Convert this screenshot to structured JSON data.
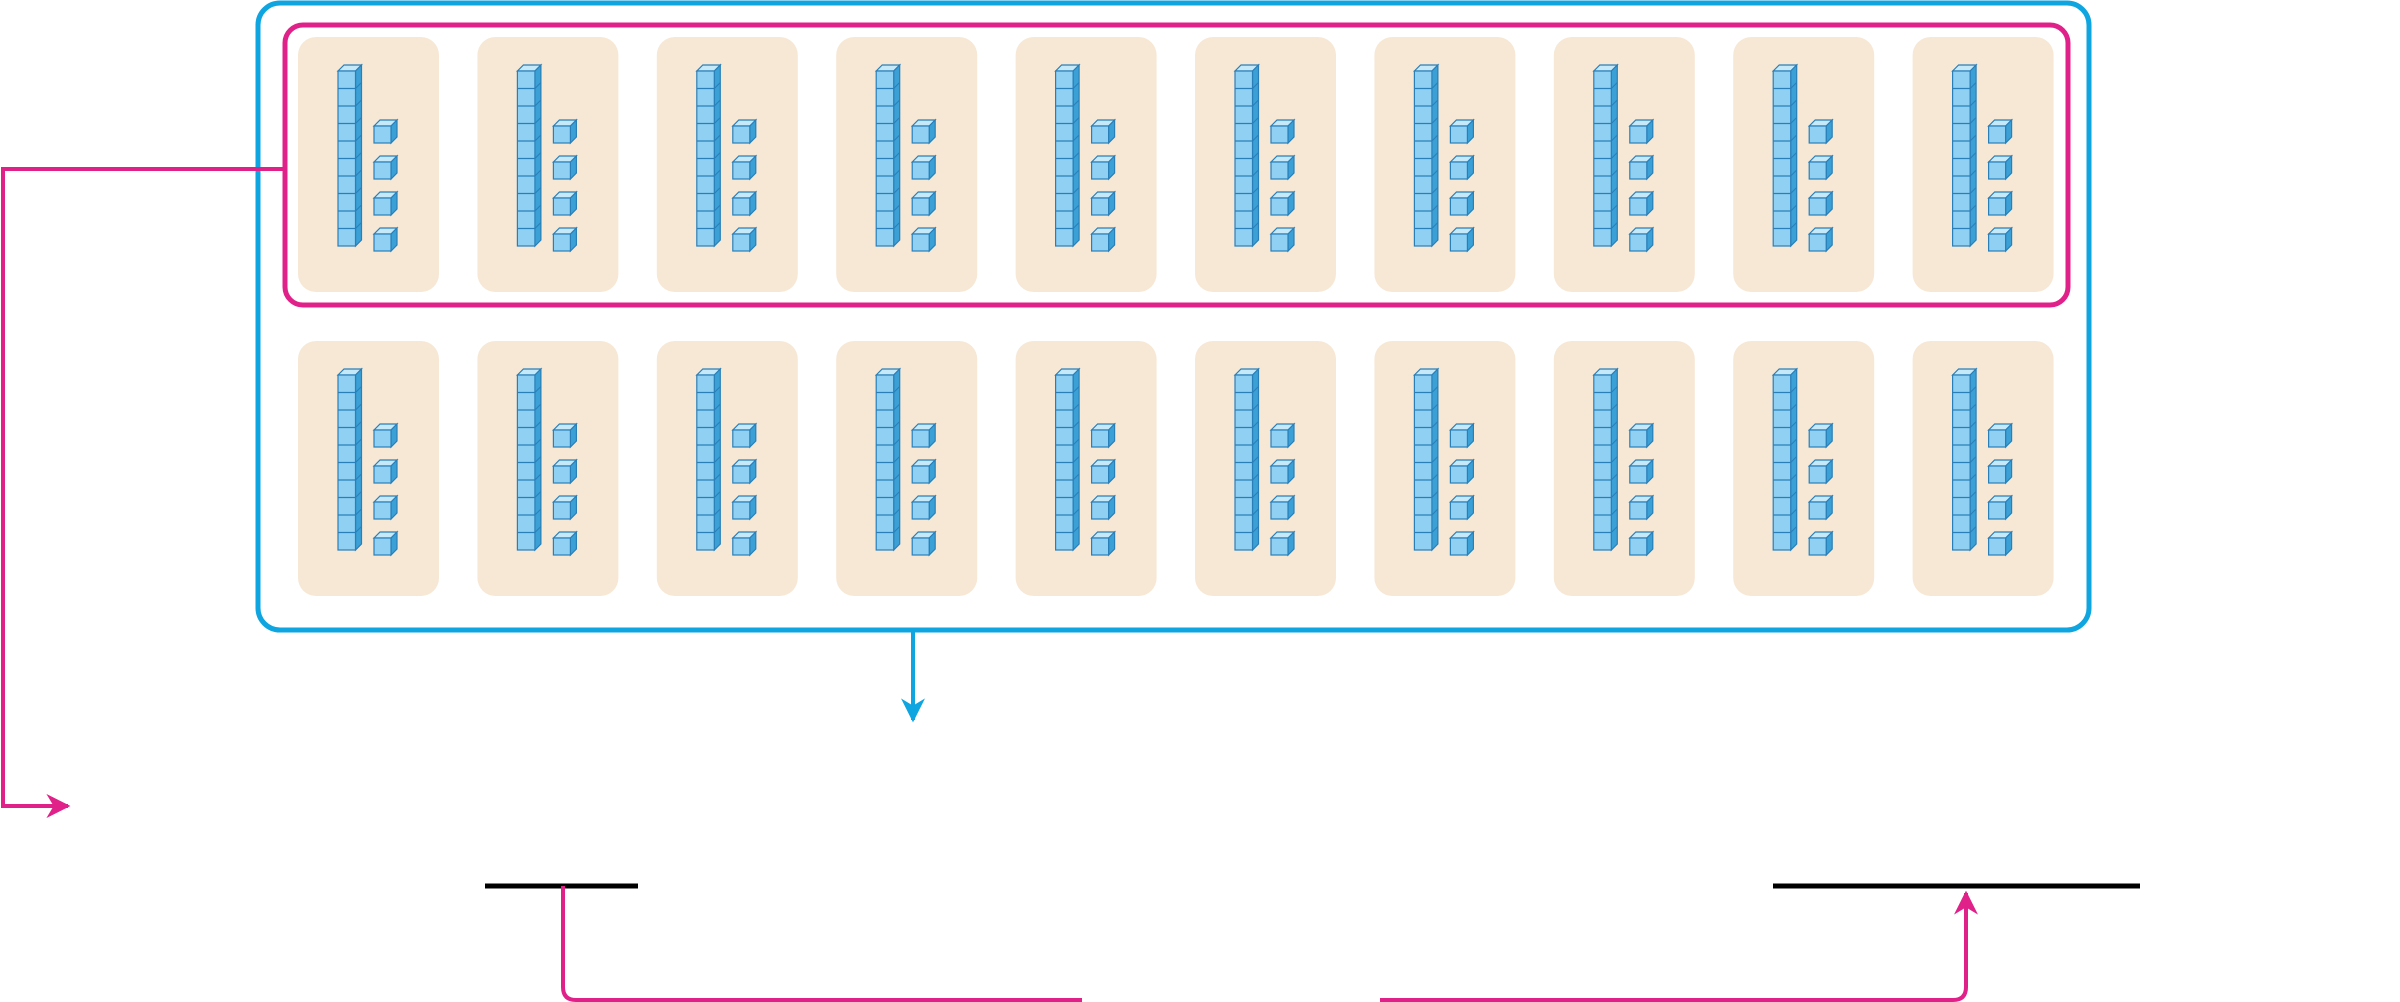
{
  "colors": {
    "outer_frame": "#0ea5e0",
    "row_highlight": "#e0218a",
    "card_fill": "#f7e8d5",
    "cube_front": "#8fd0f3",
    "cube_top": "#c6e9fa",
    "cube_side": "#3aa0d6",
    "cube_edge": "#2a7fb8",
    "underline": "#000000"
  },
  "groups": {
    "rows": 2,
    "cards_per_row": 10,
    "tens_per_card": 1,
    "ones_per_card": 4,
    "highlighted_row": 1
  },
  "icons": {
    "ten_rod": "base-ten-rod-icon",
    "unit_cube": "base-ten-unit-cube-icon"
  }
}
